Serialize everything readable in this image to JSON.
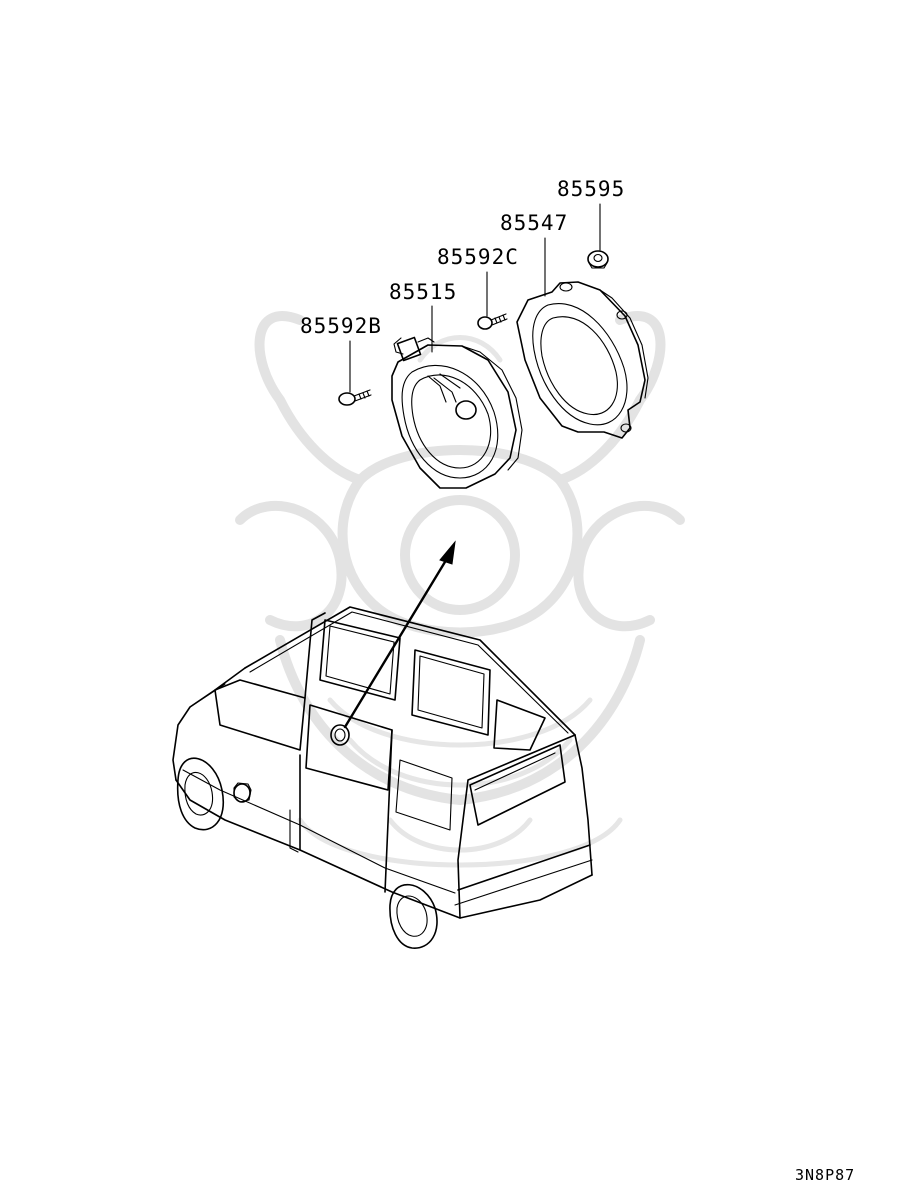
{
  "diagram": {
    "parts": [
      {
        "id": "85595",
        "label": "85595",
        "name": "nut"
      },
      {
        "id": "85547",
        "label": "85547",
        "name": "speaker-adapter-bracket"
      },
      {
        "id": "85592C",
        "label": "85592C",
        "name": "screw"
      },
      {
        "id": "85515",
        "label": "85515",
        "name": "speaker"
      },
      {
        "id": "85592B",
        "label": "85592B",
        "name": "screw"
      }
    ],
    "figure_code": "3N8P87",
    "icons": [
      "speaker-icon",
      "bracket-icon",
      "screw-icon",
      "nut-icon",
      "vehicle-icon",
      "pointer-arrow-icon",
      "watermark-logo-icon"
    ]
  }
}
